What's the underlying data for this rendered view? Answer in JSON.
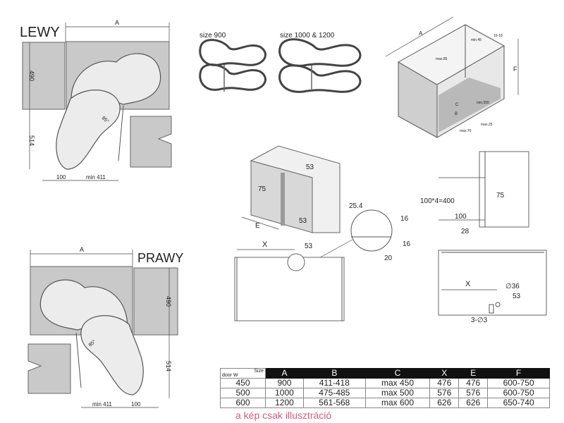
{
  "left_plan": {
    "title": "LEWY",
    "dim_a": "A",
    "dim_490": "490",
    "dim_514": "514",
    "dim_100": "100",
    "dim_min411": "min 411",
    "angle": "85°"
  },
  "right_plan": {
    "title": "PRAWY",
    "dim_a": "A",
    "dim_490": "490",
    "dim_514": "514",
    "dim_100": "100",
    "dim_min411": "min 411",
    "angle": "85°"
  },
  "baskets": {
    "size_small": "size 900",
    "size_large": "size 1000 & 1200"
  },
  "iso_cabinet": {
    "a": "A",
    "min45": "min.45",
    "thick": "16-18",
    "max85": "max.85",
    "f": "F",
    "c": "C",
    "b": "B",
    "min500": "min.500",
    "max25": "max.25",
    "max70": "max.70"
  },
  "mid_cabinet": {
    "d53_top": "53",
    "d75": "75",
    "e": "E",
    "d53_bottom": "53"
  },
  "detail": {
    "d25": "25.4",
    "d16a": "16",
    "d16b": "16",
    "d20": "20"
  },
  "front_view": {
    "x": "X",
    "d53": "53"
  },
  "side_view": {
    "pitch": "100*4=400",
    "d75": "75",
    "d100": "100",
    "d28": "28"
  },
  "top_view": {
    "x": "X",
    "dia36": "∅36",
    "d53": "53",
    "holes": "3-∅3"
  },
  "table": {
    "corner_size": "Size",
    "corner_door": "door W",
    "headers": [
      "A",
      "B",
      "C",
      "X",
      "E",
      "F"
    ],
    "rows": [
      [
        "450",
        "900",
        "411-418",
        "max 450",
        "476",
        "476",
        "600-750"
      ],
      [
        "500",
        "1000",
        "475-485",
        "max 500",
        "576",
        "576",
        "600-750"
      ],
      [
        "600",
        "1200",
        "561-568",
        "max 600",
        "626",
        "626",
        "650-740"
      ]
    ]
  },
  "watermark": "a kép csak illusztráció"
}
